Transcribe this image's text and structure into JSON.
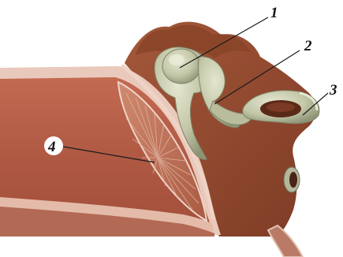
{
  "figure": {
    "callouts": [
      {
        "id": "1",
        "label": "1"
      },
      {
        "id": "2",
        "label": "2"
      },
      {
        "id": "3",
        "label": "3"
      },
      {
        "id": "4",
        "label": "4"
      }
    ]
  },
  "colors": {
    "canal_wall": "#b65e48",
    "canal_dark": "#8e3f2e",
    "canal_lining": "#e8c3b4",
    "cavity_tissue": "#9a5132",
    "cavity_dark": "#6e3220",
    "ossicle": "#c9ccb0",
    "ossicle_shadow": "#8f9477",
    "membrane": "#c57a62",
    "background": "#ffffff"
  }
}
